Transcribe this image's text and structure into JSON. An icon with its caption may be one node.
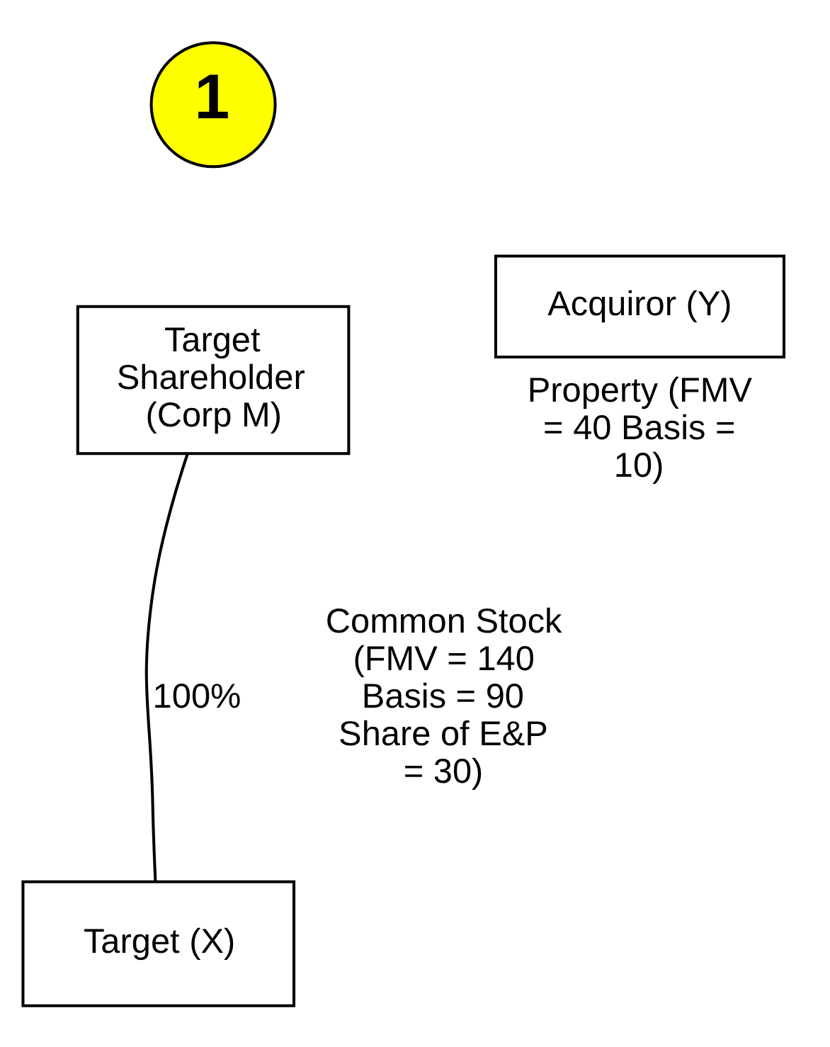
{
  "diagram": {
    "nodes": [
      {
        "text": [
          "1"
        ]
      },
      {
        "text": [
          "Target Shareholder (Corp M)"
        ]
      },
      {
        "text": [
          "Acquiror (Y)"
        ],
        "beside": [
          "Property (FMV = 40 Basis = 10)"
        ]
      },
      {
        "text": [
          "Target (X)"
        ]
      }
    ],
    "edges": [
      {
        "from": 1,
        "to": 3,
        "arrow": "none",
        "label": "100%"
      }
    ],
    "labels": [
      "Common Stock (FMV = 140 Basis = 90 Share of E&P = 30)"
    ]
  }
}
